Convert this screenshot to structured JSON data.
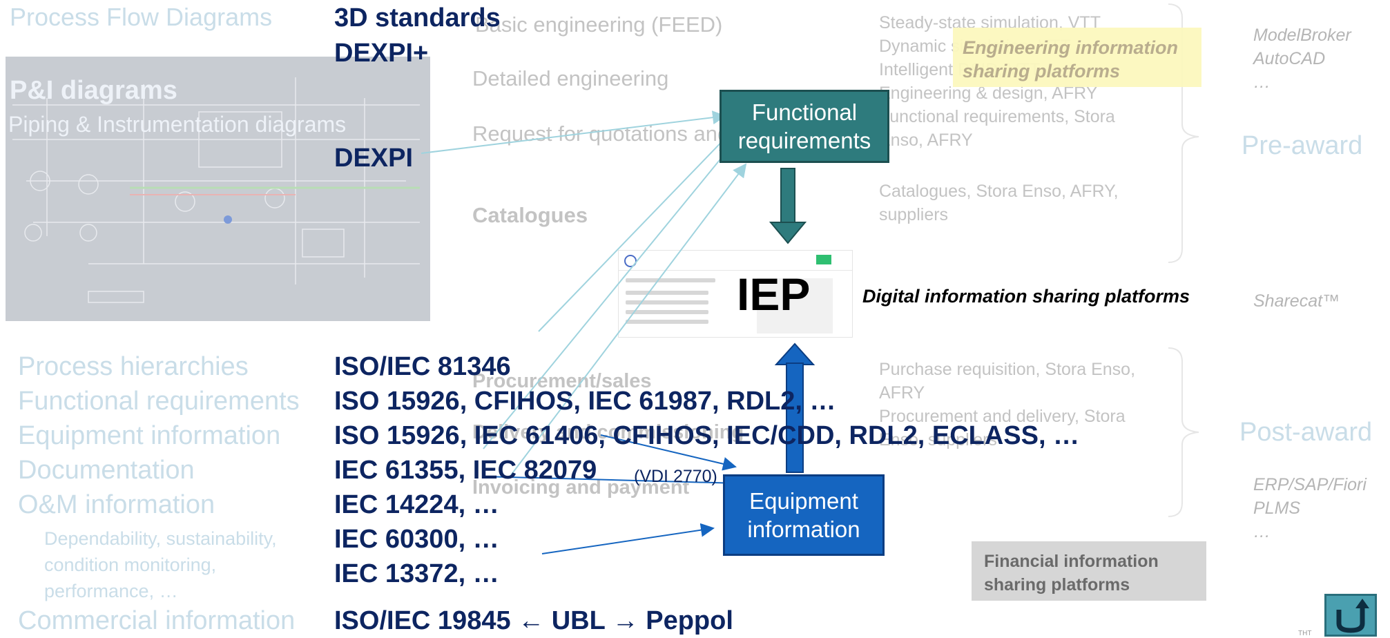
{
  "colors": {
    "navy": "#0d2561",
    "teal": "#2e7b7d",
    "blue": "#1565c0",
    "light_blue": "#c9dde8",
    "grey_text": "#c3c3c3",
    "yellow": "#fcf8be",
    "arrow": "#9fd3de"
  },
  "left_col": {
    "title": "Process Flow Diagrams",
    "pid_title": "P&I diagrams",
    "pid_subtitle": "Piping & Instrumentation diagrams",
    "items": [
      "Process hierarchies",
      "Functional requirements",
      "Equipment information",
      "Documentation",
      "O&M information"
    ],
    "om_detail": [
      "Dependability, sustainability,",
      "condition monitoring,",
      "performance, …"
    ],
    "commercial": "Commercial information"
  },
  "standards": {
    "top": [
      "3D standards",
      "DEXPI+"
    ],
    "dexpi": "DEXPI",
    "list": [
      "ISO/IEC 81346",
      "ISO 15926, CFIHOS, IEC 61987, RDL2, …",
      "ISO 15926, IEC 61406, CFIHOS, IEC/CDD, RDL2, ECLASS, …",
      "IEC 61355, IEC 82079",
      "IEC 14224, …",
      "IEC 60300, …",
      "IEC 13372, …"
    ],
    "vdi": "(VDI 2770)",
    "commercial": "ISO/IEC 19845 ← UBL → Peppol"
  },
  "phases": {
    "feed": "Basic engineering (FEED)",
    "detailed": "Detailed engineering",
    "rfq": "Request for quotations and tender",
    "catalogues": "Catalogues",
    "procurement": "Procurement/sales",
    "delivery": "Delivery and commissioning",
    "invoicing": "Invoicing and payment"
  },
  "boxes": {
    "functional": [
      "Functional",
      "requirements"
    ],
    "equipment": [
      "Equipment",
      "information"
    ]
  },
  "iep": {
    "label": "IEP",
    "platforms_label": "Digital information sharing platforms"
  },
  "engineering_platforms": [
    "Engineering information",
    "sharing platforms"
  ],
  "financial_platforms": [
    "Financial information",
    "sharing platforms"
  ],
  "right_pre": [
    "Steady-state simulation, VTT",
    "Dynamic simulation, VTT",
    "Intelligent P&ID, VTT",
    "Engineering & design, AFRY",
    "Functional requirements, Stora",
    "Enso, AFRY"
  ],
  "right_catalogues": [
    "Catalogues, Stora Enso, AFRY,",
    "suppliers"
  ],
  "right_post": [
    "Purchase requisition, Stora Enso,",
    "AFRY",
    "Procurement and delivery, Stora",
    "Enso, suppliers"
  ],
  "tools_top": [
    "ModelBroker",
    "AutoCAD",
    "…"
  ],
  "sharecat": "Sharecat™",
  "tools_bottom": [
    "ERP/SAP/Fiori",
    "PLMS",
    "…"
  ],
  "pre_award": "Pre-award",
  "post_award": "Post-award",
  "footer_small": "THT",
  "nav_icon": "return-arrow-icon"
}
